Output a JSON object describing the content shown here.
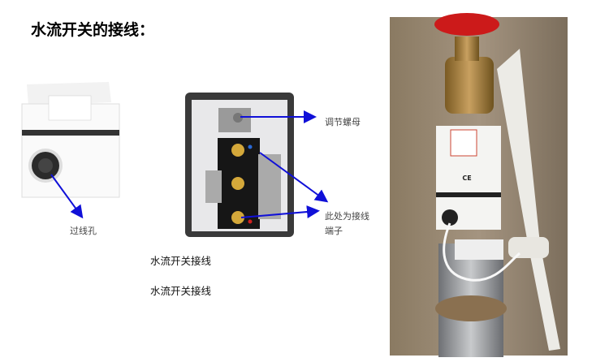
{
  "title": "水流开关的接线：",
  "labels": {
    "wire_hole": "过线孔",
    "adjust_nut": "调节螺母",
    "terminal_line1": "此处为接线",
    "terminal_line2": "端子"
  },
  "captions": [
    "水流开关接线",
    "水流开关接线"
  ],
  "photo_marks": {
    "ce": "CE"
  },
  "colors": {
    "arrow": "#1010d8",
    "valve_handle": "#d01a1a"
  }
}
